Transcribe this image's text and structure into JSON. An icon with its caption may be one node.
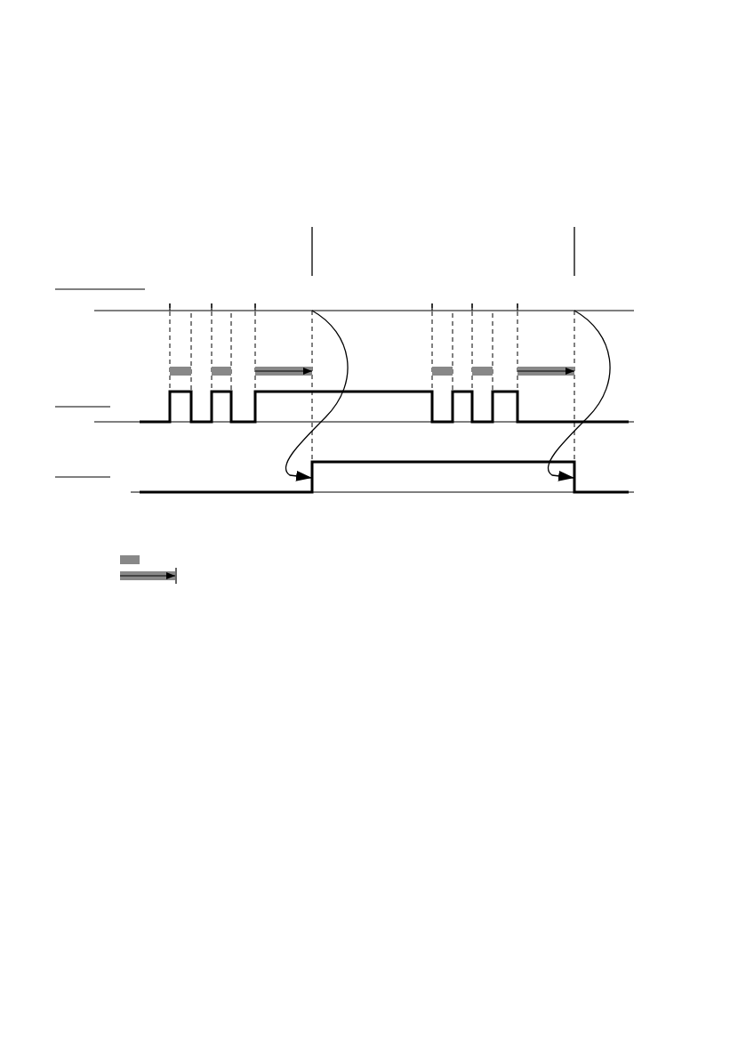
{
  "diagram": {
    "nodes": [
      {
        "text": [],
        "shape": "bar"
      },
      {
        "text": [],
        "shape": "bar"
      },
      {
        "text": [],
        "shape": "waveform"
      }
    ],
    "edges": [
      {
        "from": 0,
        "to": 2,
        "arrow": "to"
      },
      {
        "from": 1,
        "to": 2,
        "arrow": "to"
      }
    ]
  }
}
